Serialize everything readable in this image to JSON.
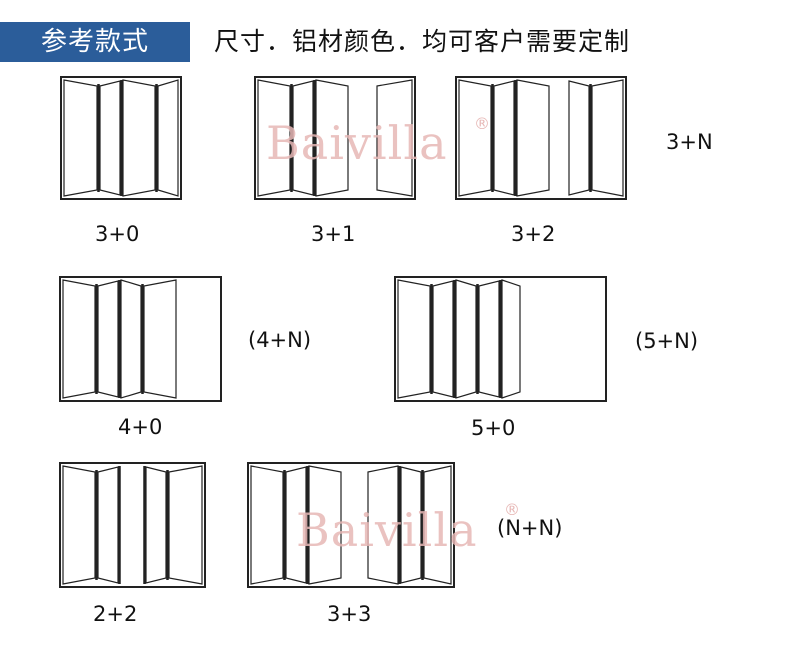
{
  "header": {
    "tag": "参考款式",
    "note": "尺寸．铝材颜色．均可客户需要定制"
  },
  "watermark": {
    "text": "Baivilla",
    "mark": "®"
  },
  "configs": {
    "c3_0": "3+0",
    "c3_1": "3+1",
    "c3_2": "3+2",
    "c3_n": "3+N",
    "c4_0": "4+0",
    "c4_n": "(4+N)",
    "c5_0": "5+0",
    "c5_n": "(5+N)",
    "c2_2": "2+2",
    "c3_3": "3+3",
    "cn_n": "(N+N)"
  },
  "colors": {
    "header_bg": "#2b5d9a",
    "frame": "#222222",
    "watermark": "#e7b8b6"
  }
}
